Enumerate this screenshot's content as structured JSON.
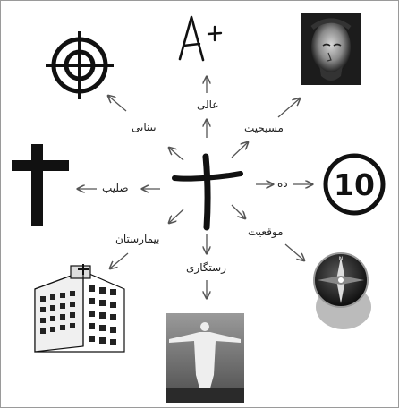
{
  "center_symbol": "cross-radical",
  "nodes": [
    {
      "id": "excellent",
      "label": "عالی",
      "icon": "a-plus-grade-icon",
      "label_text": "A+"
    },
    {
      "id": "christianity",
      "label": "مسیحیت",
      "icon": "jesus-portrait-icon"
    },
    {
      "id": "ten",
      "label": "ده",
      "icon": "number-ten-circle-icon",
      "number_text": "10"
    },
    {
      "id": "position",
      "label": "موقعیت",
      "icon": "compass-icon"
    },
    {
      "id": "salvation",
      "label": "رستگاری",
      "icon": "christ-redeemer-statue-icon"
    },
    {
      "id": "hospital",
      "label": "بیمارستان",
      "icon": "hospital-building-icon"
    },
    {
      "id": "cross",
      "label": "صلیب",
      "icon": "latin-cross-icon"
    },
    {
      "id": "vision",
      "label": "بینایی",
      "icon": "crosshair-target-icon"
    }
  ],
  "colors": {
    "ink": "#111111",
    "arrow": "#555555",
    "border": "#9a9a9a"
  }
}
